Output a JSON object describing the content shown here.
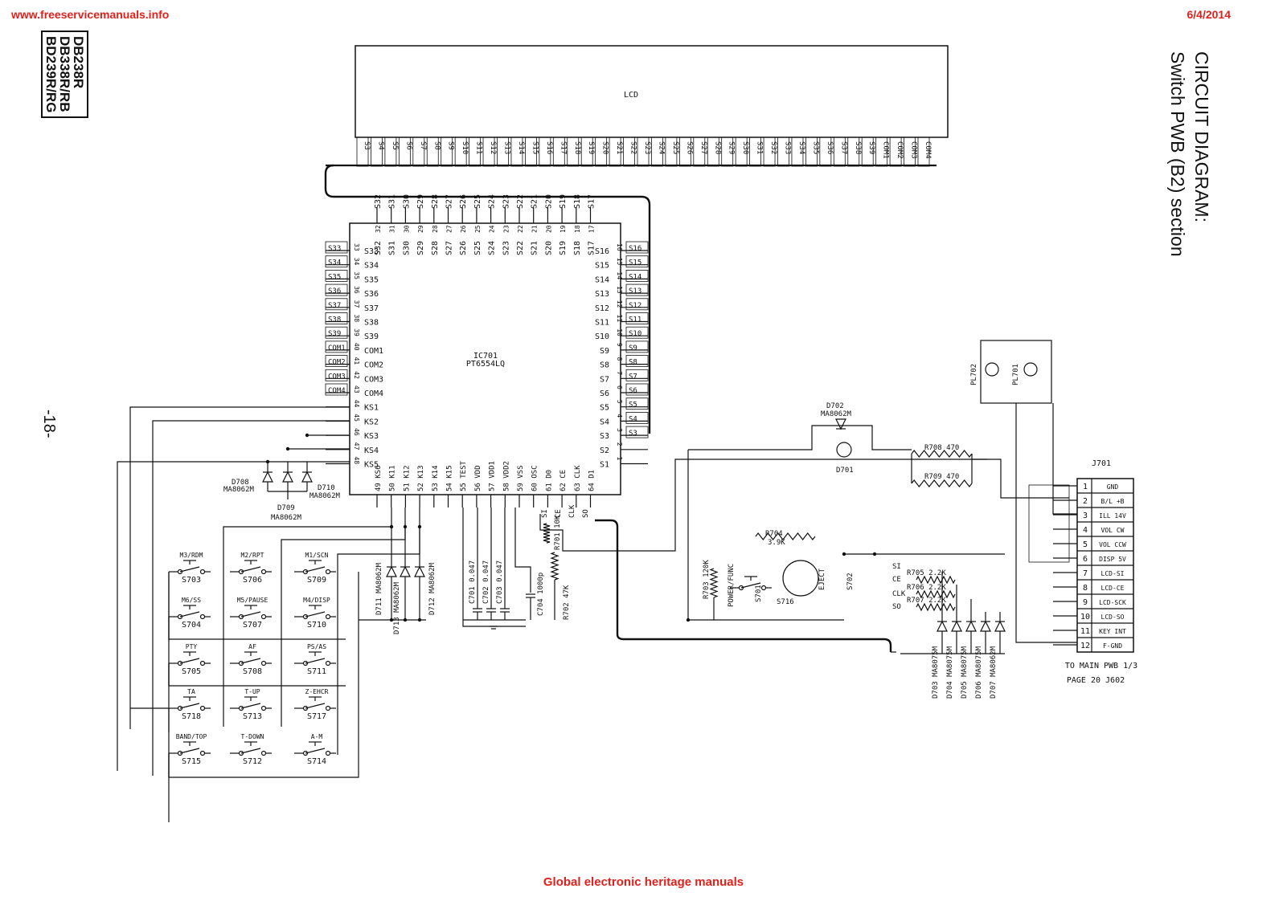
{
  "header": {
    "site": "www.freeservicemanuals.info",
    "date": "6/4/2014"
  },
  "footer": {
    "text": "Global electronic heritage manuals"
  },
  "title": {
    "line1": "CIRCUIT DIAGRAM:",
    "line2": "Switch PWB (B2) section"
  },
  "models": [
    "DB238R",
    "DB338R/RB",
    "BD239R/RG"
  ],
  "page_number": "-18-",
  "lcd": {
    "label": "LCD",
    "pins": [
      "S3",
      "S4",
      "S5",
      "S6",
      "S7",
      "S8",
      "S9",
      "S10",
      "S11",
      "S12",
      "S13",
      "S14",
      "S15",
      "S16",
      "S17",
      "S18",
      "S19",
      "S20",
      "S21",
      "S22",
      "S23",
      "S24",
      "S25",
      "S26",
      "S27",
      "S28",
      "S29",
      "S30",
      "S31",
      "S32",
      "S33",
      "S34",
      "S35",
      "S36",
      "S37",
      "S38",
      "S39",
      "COM1",
      "COM2",
      "COM3",
      "COM4"
    ]
  },
  "ic": {
    "ref": "IC701",
    "part": "PT6554LQ",
    "top_pins": [
      {
        "n": "32",
        "name": "S32",
        "net": "S32"
      },
      {
        "n": "31",
        "name": "S31",
        "net": "S31"
      },
      {
        "n": "30",
        "name": "S30",
        "net": "S30"
      },
      {
        "n": "29",
        "name": "S29",
        "net": "S29"
      },
      {
        "n": "28",
        "name": "S28",
        "net": "S28"
      },
      {
        "n": "27",
        "name": "S27",
        "net": "S27"
      },
      {
        "n": "26",
        "name": "S26",
        "net": "S26"
      },
      {
        "n": "25",
        "name": "S25",
        "net": "S25"
      },
      {
        "n": "24",
        "name": "S24",
        "net": "S24"
      },
      {
        "n": "23",
        "name": "S23",
        "net": "S23"
      },
      {
        "n": "22",
        "name": "S22",
        "net": "S22"
      },
      {
        "n": "21",
        "name": "S21",
        "net": "S21"
      },
      {
        "n": "20",
        "name": "S20",
        "net": "S20"
      },
      {
        "n": "19",
        "name": "S19",
        "net": "S19"
      },
      {
        "n": "18",
        "name": "S18",
        "net": "S18"
      },
      {
        "n": "17",
        "name": "S17",
        "net": "S17"
      }
    ],
    "left_pins": [
      {
        "n": "33",
        "name": "S33",
        "net": "S33"
      },
      {
        "n": "34",
        "name": "S34",
        "net": "S34"
      },
      {
        "n": "35",
        "name": "S35",
        "net": "S35"
      },
      {
        "n": "36",
        "name": "S36",
        "net": "S36"
      },
      {
        "n": "37",
        "name": "S37",
        "net": "S37"
      },
      {
        "n": "38",
        "name": "S38",
        "net": "S38"
      },
      {
        "n": "39",
        "name": "S39",
        "net": "S39"
      },
      {
        "n": "40",
        "name": "COM1",
        "net": "COM1"
      },
      {
        "n": "41",
        "name": "COM2",
        "net": "COM2"
      },
      {
        "n": "42",
        "name": "COM3",
        "net": "COM3"
      },
      {
        "n": "43",
        "name": "COM4",
        "net": "COM4"
      },
      {
        "n": "44",
        "name": "KS1",
        "net": ""
      },
      {
        "n": "45",
        "name": "KS2",
        "net": ""
      },
      {
        "n": "46",
        "name": "KS3",
        "net": ""
      },
      {
        "n": "47",
        "name": "KS4",
        "net": ""
      },
      {
        "n": "48",
        "name": "KS5",
        "net": ""
      }
    ],
    "right_pins": [
      {
        "n": "16",
        "name": "S16",
        "net": "S16"
      },
      {
        "n": "15",
        "name": "S15",
        "net": "S15"
      },
      {
        "n": "14",
        "name": "S14",
        "net": "S14"
      },
      {
        "n": "13",
        "name": "S13",
        "net": "S13"
      },
      {
        "n": "12",
        "name": "S12",
        "net": "S12"
      },
      {
        "n": "11",
        "name": "S11",
        "net": "S11"
      },
      {
        "n": "10",
        "name": "S10",
        "net": "S10"
      },
      {
        "n": "9",
        "name": "S9",
        "net": "S9"
      },
      {
        "n": "8",
        "name": "S8",
        "net": "S8"
      },
      {
        "n": "7",
        "name": "S7",
        "net": "S7"
      },
      {
        "n": "6",
        "name": "S6",
        "net": "S6"
      },
      {
        "n": "5",
        "name": "S5",
        "net": "S5"
      },
      {
        "n": "4",
        "name": "S4",
        "net": "S4"
      },
      {
        "n": "3",
        "name": "S3",
        "net": "S3"
      },
      {
        "n": "2",
        "name": "S2",
        "net": ""
      },
      {
        "n": "1",
        "name": "S1",
        "net": ""
      }
    ],
    "bottom_pins": [
      {
        "n": "49",
        "name": "KS6"
      },
      {
        "n": "50",
        "name": "K11"
      },
      {
        "n": "51",
        "name": "K12"
      },
      {
        "n": "52",
        "name": "K13"
      },
      {
        "n": "53",
        "name": "K14"
      },
      {
        "n": "54",
        "name": "K15"
      },
      {
        "n": "55",
        "name": "TEST"
      },
      {
        "n": "56",
        "name": "VDD"
      },
      {
        "n": "57",
        "name": "VDD1"
      },
      {
        "n": "58",
        "name": "VDD2"
      },
      {
        "n": "59",
        "name": "VSS"
      },
      {
        "n": "60",
        "name": "OSC"
      },
      {
        "n": "61",
        "name": "D0"
      },
      {
        "n": "62",
        "name": "CE"
      },
      {
        "n": "63",
        "name": "CLK"
      },
      {
        "n": "64",
        "name": "D1"
      }
    ],
    "bus_labels": [
      "SI",
      "CE",
      "CLK",
      "SO"
    ]
  },
  "switches": [
    {
      "label": "M3/RDM",
      "ref": "S703"
    },
    {
      "label": "M2/RPT",
      "ref": "S706"
    },
    {
      "label": "M1/SCN",
      "ref": "S709"
    },
    {
      "label": "M6/SS",
      "ref": "S704"
    },
    {
      "label": "M5/PAUSE",
      "ref": "S707"
    },
    {
      "label": "M4/DISP",
      "ref": "S710"
    },
    {
      "label": "PTY",
      "ref": "S705"
    },
    {
      "label": "AF",
      "ref": "S708"
    },
    {
      "label": "PS/AS",
      "ref": "S711"
    },
    {
      "label": "TA",
      "ref": "S718"
    },
    {
      "label": "T-UP",
      "ref": "S713"
    },
    {
      "label": "Z-EHCR",
      "ref": "S717"
    },
    {
      "label": "BAND/TOP",
      "ref": "S715"
    },
    {
      "label": "T-DOWN",
      "ref": "S712"
    },
    {
      "label": "A-M",
      "ref": "S714"
    }
  ],
  "diodes_top": [
    {
      "ref": "D708",
      "part": "MA8062M"
    },
    {
      "ref": "D709",
      "part": "MA8062M"
    },
    {
      "ref": "D710",
      "part": "MA8062M"
    }
  ],
  "diodes_mid": [
    {
      "ref": "D711",
      "part": "MA8062M"
    },
    {
      "ref": "D713",
      "part": "MA8062M"
    },
    {
      "ref": "D712",
      "part": "MA8062M"
    }
  ],
  "capacitors": [
    {
      "ref": "C701",
      "value": "0.047"
    },
    {
      "ref": "C702",
      "value": "0.047"
    },
    {
      "ref": "C703",
      "value": "0.047"
    },
    {
      "ref": "C704",
      "value": "1000p"
    }
  ],
  "resistors": [
    {
      "ref": "R701",
      "value": "10K"
    },
    {
      "ref": "R702",
      "value": "47K"
    },
    {
      "ref": "R703",
      "value": "120K"
    },
    {
      "ref": "R704",
      "value": "3.9K"
    },
    {
      "ref": "R705",
      "value": "2.2K"
    },
    {
      "ref": "R706",
      "value": "2.2K"
    },
    {
      "ref": "R707",
      "value": "2.2K"
    },
    {
      "ref": "R708",
      "value": "470"
    },
    {
      "ref": "R709",
      "value": "470"
    }
  ],
  "misc": {
    "power_switch": {
      "label": "POWER/FUNC",
      "ref": "S701"
    },
    "eject_switch": {
      "label": "EJECT",
      "ref": "S702"
    },
    "encoder": {
      "ref": "S716"
    },
    "led": {
      "ref": "D701"
    },
    "zener": {
      "ref": "D702",
      "part": "MA8062M"
    },
    "lamps": [
      "PL702",
      "PL701"
    ],
    "bus_labels": [
      "SI",
      "CE",
      "CLK",
      "SO"
    ]
  },
  "diodes_bottom": [
    {
      "ref": "D703",
      "part": "MA8075M"
    },
    {
      "ref": "D704",
      "part": "MA8075M"
    },
    {
      "ref": "D705",
      "part": "MA8075M"
    },
    {
      "ref": "D706",
      "part": "MA8075M"
    },
    {
      "ref": "D707",
      "part": "MA8062M"
    }
  ],
  "connector": {
    "ref": "J701",
    "pins": [
      {
        "n": "1",
        "label": "GND"
      },
      {
        "n": "2",
        "label": "B/L +B"
      },
      {
        "n": "3",
        "label": "ILL 14V"
      },
      {
        "n": "4",
        "label": "VOL CW"
      },
      {
        "n": "5",
        "label": "VOL CCW"
      },
      {
        "n": "6",
        "label": "DISP 5V"
      },
      {
        "n": "7",
        "label": "LCD-SI"
      },
      {
        "n": "8",
        "label": "LCD-CE"
      },
      {
        "n": "9",
        "label": "LCD-SCK"
      },
      {
        "n": "10",
        "label": "LCD-SO"
      },
      {
        "n": "11",
        "label": "KEY INT"
      },
      {
        "n": "12",
        "label": "F-GND"
      }
    ],
    "note1": "TO MAIN PWB 1/3",
    "note2": "PAGE 20 J602"
  }
}
